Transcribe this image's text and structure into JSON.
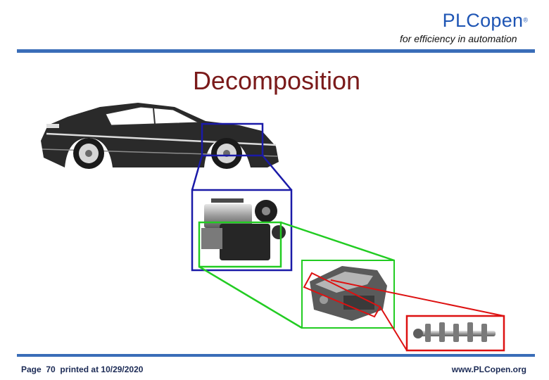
{
  "header": {
    "brand": "PLCopen",
    "registered_mark": "®",
    "tagline": "for efficiency in automation"
  },
  "slide": {
    "title": "Decomposition"
  },
  "footer": {
    "page_prefix": "Page",
    "page_number": "70",
    "printed_text": "printed at 10/29/2020",
    "website": "www.PLCopen.org"
  },
  "colors": {
    "brand_blue": "#1e55b4",
    "title_red": "#7a1a1a",
    "rule_blue": "#3a6db8",
    "level1_box": "#1a1aa8",
    "level2_box": "#22cc22",
    "level3_box": "#dd1111"
  },
  "illustrations": {
    "car": "car-side-view-image",
    "engine": "engine-assembly-image",
    "engine_block": "engine-block-image",
    "crankshaft": "crankshaft-image"
  }
}
